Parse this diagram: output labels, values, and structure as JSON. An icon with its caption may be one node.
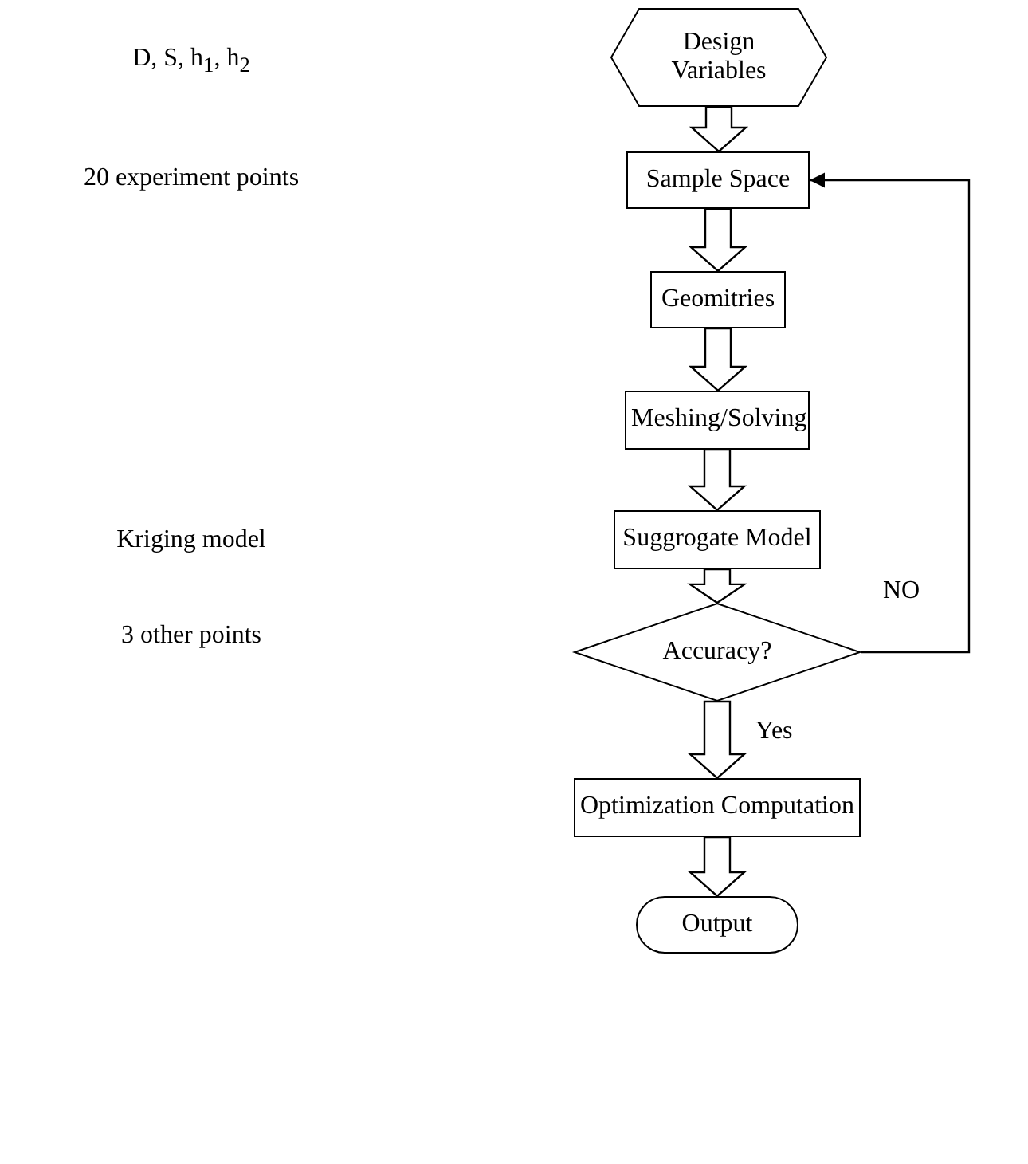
{
  "diagram": {
    "nodes": [
      {
        "text": [
          "Design Variables"
        ]
      },
      {
        "text": [
          "Sample Space"
        ]
      },
      {
        "text": [
          "Geomitries"
        ]
      },
      {
        "text": [
          "Meshing/Solving"
        ]
      },
      {
        "text": [
          "Suggrogate Model"
        ]
      },
      {
        "text": [
          "Accuracy?"
        ]
      },
      {
        "text": [
          "Optimization Computation"
        ]
      },
      {
        "text": [
          "Output"
        ]
      }
    ],
    "edges": [
      {
        "from": 0,
        "to": 1,
        "arrow": "to"
      },
      {
        "from": 1,
        "to": 2,
        "arrow": "to"
      },
      {
        "from": 2,
        "to": 3,
        "arrow": "to"
      },
      {
        "from": 3,
        "to": 4,
        "arrow": "to"
      },
      {
        "from": 4,
        "to": 5,
        "arrow": "to"
      },
      {
        "from": 5,
        "to": 1,
        "arrow": "to",
        "label": "NO"
      },
      {
        "from": 5,
        "to": 6,
        "arrow": "to",
        "label": "Yes"
      },
      {
        "from": 6,
        "to": 7,
        "arrow": "to"
      }
    ],
    "labels": [
      "D, S, h$_{1}$, h$_{2}$",
      "20 experiment points",
      "Kriging model",
      "3 other points"
    ]
  }
}
